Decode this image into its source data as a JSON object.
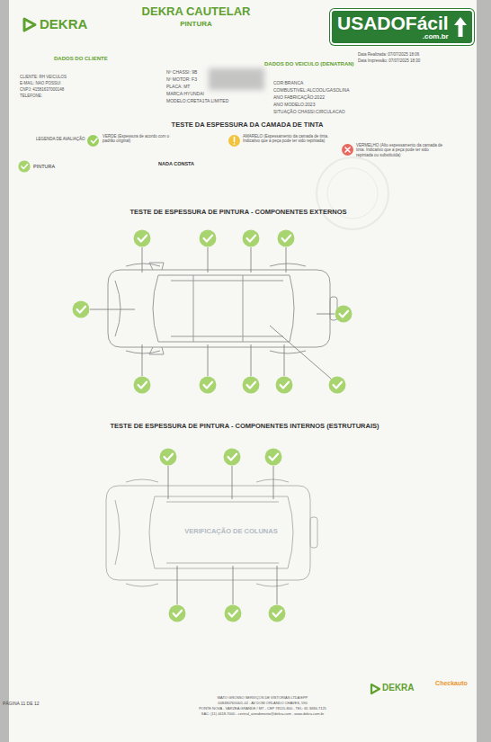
{
  "diagram": {
    "title": "DEKRA CAUTELAR",
    "nodes": [
      {
        "text": [
          "USADOFácil",
          ".com.br"
        ]
      }
    ],
    "labels": [
      "DEKRA",
      "PINTURA",
      "Data Realizada: 07/07/2025 18:06",
      "Data Impressão: 07/07/2025 18:30",
      "DADOS DO CLIENTE",
      "CLIENTE: RH VEICULOS",
      "E-MAIL: NAO POSSUI",
      "CNPJ: 41581637000148",
      "TELEFONE:",
      "DADOS DO VEICULO (DENATRAN)",
      "Nº CHASSI: 9B",
      "Nº MOTOR: F3",
      "PLACA: MT",
      "MARCA:HYUNDAI",
      "MODELO:CRETA1TA LIMITED",
      "COR:BRANCA",
      "COMBUSTIVEL:ALCOOL/GASOLINA",
      "ANO FABRICAÇÃO:2022",
      "ANO MODELO:2023",
      "SITUAÇÃO CHASSI:CIRCULACAO",
      "TESTE DA ESPESSURA DA CAMADA DE TINTA",
      "LEGENDA DE AVALIAÇÃO",
      "PINTURA",
      "NADA CONSTA",
      "TESTE DE ESPESSURA DE PINTURA - COMPONENTES EXTERNOS",
      "TESTE DE ESPESSURA DE PINTURA - COMPONENTES INTERNOS (ESTRUTURAIS)",
      "VERIFICAÇÃO DE COLUNAS",
      "PÁGINA 11 DE 12",
      "MATO GROSSO SERVIÇOS DE VISTORIAS LTDA EPP",
      "00848076/0001-02 - AV DOM ORLANDO CHAVES, 590",
      "PONTE NOVA - VÁRZEA GRANDE / MT - CEP 78115-800 - TEL: 65 3684-7125",
      "SAC: (11) 4418-7000 - central_atendimento@dekra.com - www.dekra.com.br",
      "DEKRA",
      "Checkauto"
    ],
    "legend": [
      {
        "text": "VERDE (Espessura de acordo com o padrão original)",
        "color": "#9ccf5e"
      },
      {
        "text": "AMARELO (Espessamento da camada de tinta. Indicativo que a peça pode ter sido repintada)",
        "color": "#f2c43d"
      },
      {
        "text": "VERMELHO (Alto espessamento da camada de tinta. Indicativo que a peça pode ter sido repintada ou substituída)",
        "color": "#e8675f"
      }
    ]
  }
}
